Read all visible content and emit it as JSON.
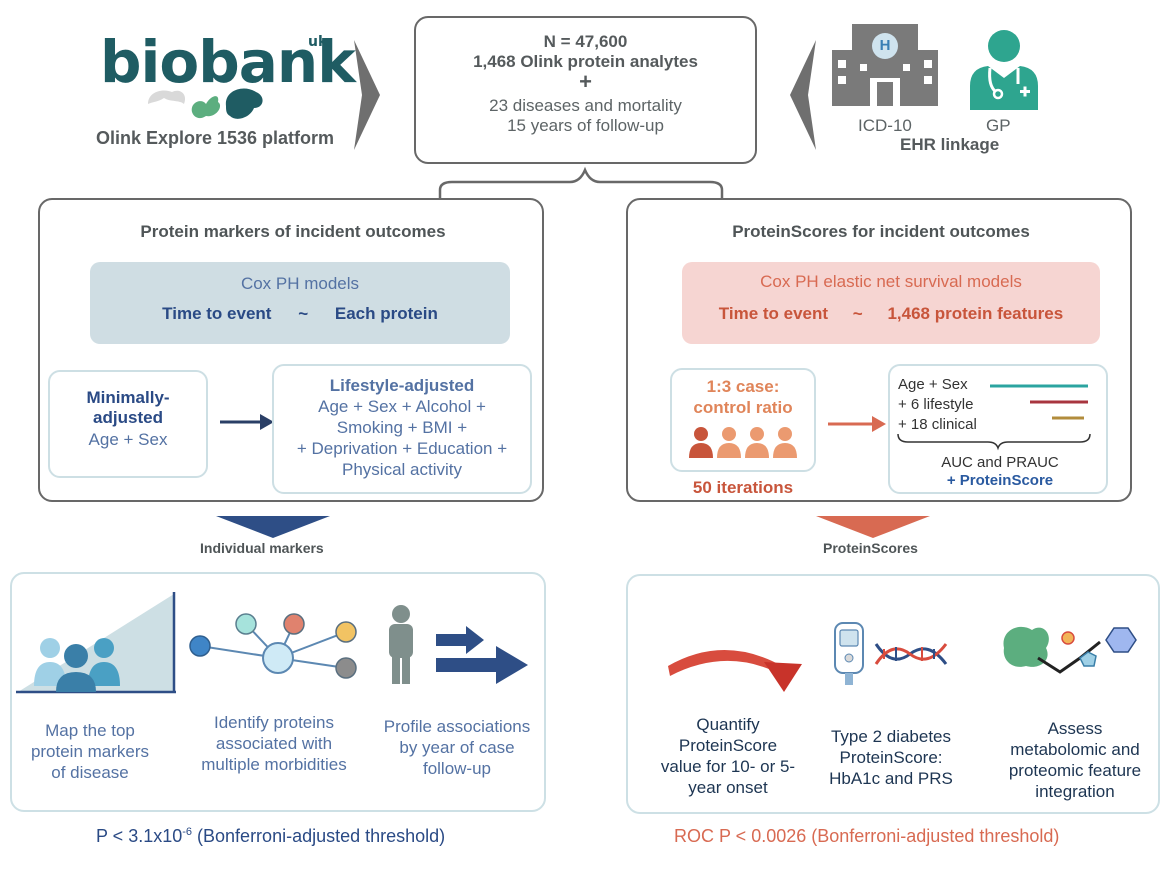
{
  "top_left": {
    "logo_word": "biobank",
    "logo_suffix": "uk",
    "platform": "Olink Explore 1536 platform"
  },
  "top_center": {
    "line1": "N = 47,600",
    "line2": "1,468 Olink protein analytes",
    "plus": "+",
    "line3": "23 diseases and mortality",
    "line4": "15 years of follow-up"
  },
  "top_right": {
    "icd_label": "ICD-10",
    "gp_label": "GP",
    "ehr": "EHR linkage",
    "hospital_letter": "H"
  },
  "left_box": {
    "title": "Protein markers of incident outcomes",
    "model_title": "Cox PH models",
    "tte": "Time to event",
    "tilde": "~",
    "each": "Each protein",
    "min_title": "Minimally-\nadjusted",
    "min_body": "Age + Sex",
    "life_title": "Lifestyle-adjusted",
    "life_lines": [
      "Age + Sex + Alcohol +",
      "Smoking + BMI +",
      "+ Deprivation + Education +",
      "Physical activity"
    ]
  },
  "right_box": {
    "title": "ProteinScores for incident outcomes",
    "model_title": "Cox PH elastic net survival models",
    "tte": "Time to event",
    "tilde": "~",
    "features": "1,468 protein features",
    "ratio": "1:3 case:\ncontrol ratio",
    "iterations": "50 iterations",
    "models": [
      "Age + Sex",
      "+ 6 lifestyle",
      "+ 18 clinical"
    ],
    "auc": "AUC and PRAUC",
    "plus_ps": "+ ProteinScore"
  },
  "left_bottom": {
    "label": "Individual markers",
    "items": [
      "Map the top protein markers of disease",
      "Identify proteins associated with multiple morbidities",
      "Profile associations by year of case follow-up"
    ],
    "threshold": "P < 3.1x10",
    "threshold_exp": "-6",
    "threshold_rest": " (Bonferroni-adjusted threshold)"
  },
  "right_bottom": {
    "label": "ProteinScores",
    "items": [
      "Quantify ProteinScore value for 10- or 5-year onset",
      "Type 2 diabetes ProteinScore: HbA1c and PRS",
      "Assess metabolomic and proteomic feature integration"
    ],
    "threshold": "ROC P < 0.0026 (Bonferroni-adjusted threshold)"
  },
  "colors": {
    "teal": "#1f5c63",
    "blue": "#5472a3",
    "dark_blue": "#2a4a85",
    "red": "#d86a52",
    "green": "#2ea58f",
    "line_teal": "#2ba4a0",
    "line_red": "#a8353f",
    "line_gold": "#b28c3c"
  }
}
